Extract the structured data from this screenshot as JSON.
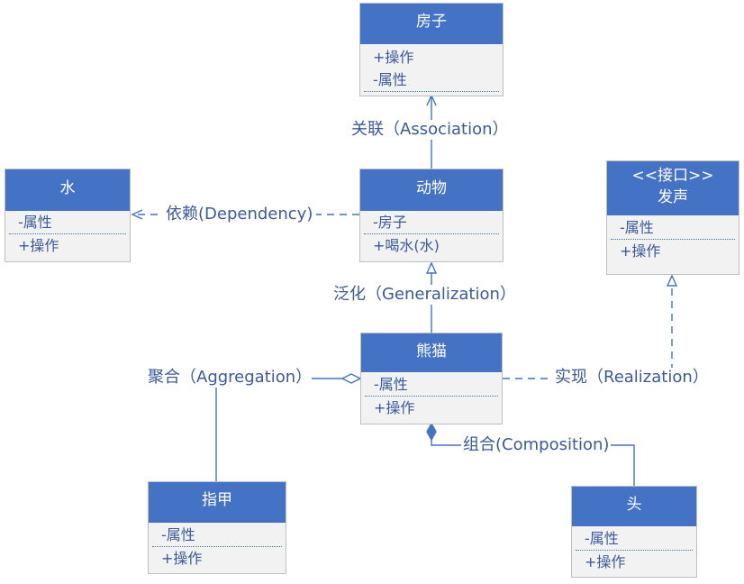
{
  "classes": {
    "house": {
      "title": "房子",
      "rows": [
        "+操作",
        "-属性"
      ]
    },
    "water": {
      "title": "水",
      "rows": [
        "-属性",
        "+操作"
      ]
    },
    "animal": {
      "title": "动物",
      "rows": [
        "-房子",
        "+喝水(水)"
      ]
    },
    "sound": {
      "stereotype": "<<接口>>",
      "title": "发声",
      "rows": [
        "-属性",
        "+操作"
      ]
    },
    "panda": {
      "title": "熊猫",
      "rows": [
        "-属性",
        "+操作"
      ]
    },
    "nail": {
      "title": "指甲",
      "rows": [
        "-属性",
        "+操作"
      ]
    },
    "head": {
      "title": "头",
      "rows": [
        "-属性",
        "+操作"
      ]
    }
  },
  "relations": {
    "association": "关联（Association）",
    "dependency": "依赖(Dependency)",
    "generalization": "泛化（Generalization）",
    "aggregation": "聚合（Aggregation）",
    "realization": "实现（Realization）",
    "composition": "组合(Composition)"
  },
  "colors": {
    "header": "#4472c4",
    "body": "#f2f2f2",
    "line": "#4472c4",
    "text": "#3a5a9a"
  }
}
